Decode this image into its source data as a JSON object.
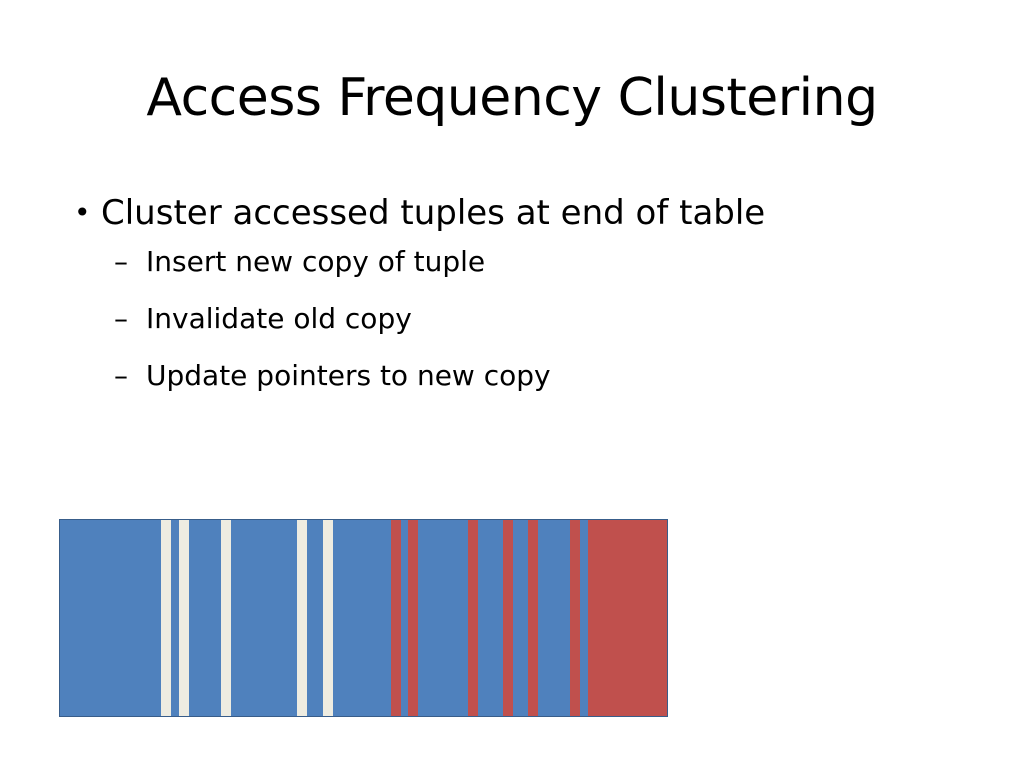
{
  "slide": {
    "title": "Access Frequency Clustering",
    "bullets": [
      {
        "text": "Cluster accessed tuples at end of table",
        "marker": "•",
        "subitems": [
          {
            "text": "Insert new copy of tuple",
            "marker": "–"
          },
          {
            "text": "Invalidate old copy",
            "marker": "–"
          },
          {
            "text": "Update pointers to new copy",
            "marker": "–"
          }
        ]
      }
    ]
  },
  "colors": {
    "table": "#4f81bd",
    "invalidated_tuple": "#eeece1",
    "accessed_tuple": "#c0504d"
  }
}
